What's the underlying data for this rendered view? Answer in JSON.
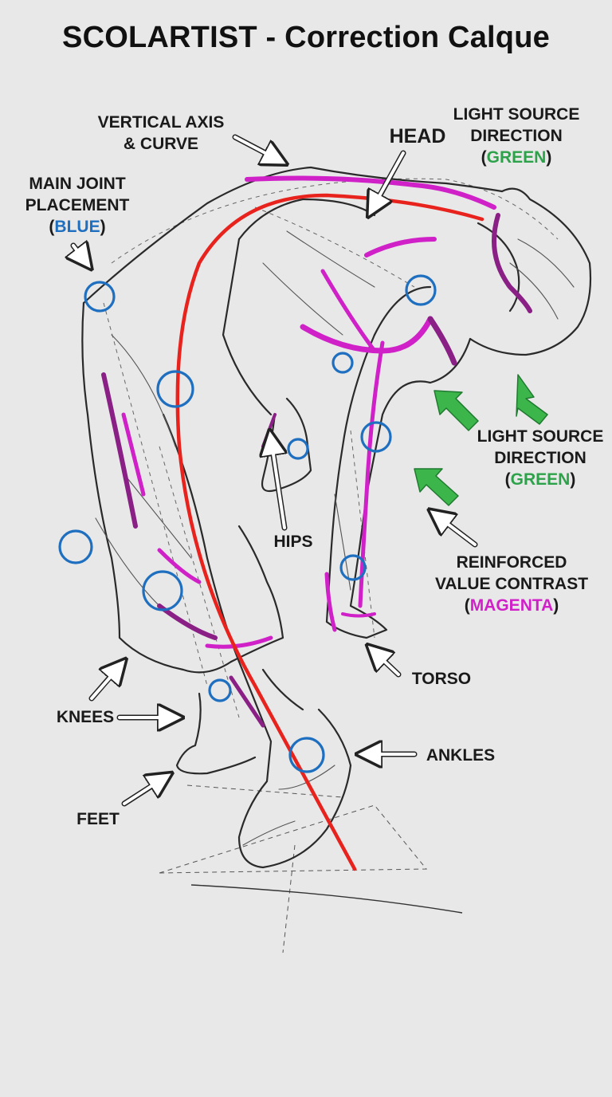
{
  "title": "SCOLARTIST - Correction Calque",
  "labels": {
    "vertical_axis": [
      "VERTICAL AXIS",
      "& CURVE"
    ],
    "head": "HEAD",
    "light_top": {
      "line1": "LIGHT SOURCE",
      "line2": "DIRECTION",
      "open": "(",
      "word": "GREEN",
      "close": ")"
    },
    "joint": {
      "line1": "MAIN JOINT",
      "line2": "PLACEMENT",
      "open": "(",
      "word": "BLUE",
      "close": ")"
    },
    "light_right": {
      "line1": "LIGHT SOURCE",
      "line2": "DIRECTION",
      "open": "(",
      "word": "GREEN",
      "close": ")"
    },
    "hips": "HIPS",
    "contrast": {
      "line1": "REINFORCED",
      "line2": "VALUE CONTRAST",
      "open": "(",
      "word": "MAGENTA",
      "close": ")"
    },
    "torso": "TORSO",
    "knees": "KNEES",
    "ankles": "ANKLES",
    "feet": "FEET"
  },
  "colors": {
    "axis_curve": "#e8231e",
    "joints": "#1f6fc0",
    "light": "#2ea24a",
    "contrast": "#d020c8",
    "contrast_dark": "#8a1f86",
    "ink": "#2a2a2a"
  }
}
